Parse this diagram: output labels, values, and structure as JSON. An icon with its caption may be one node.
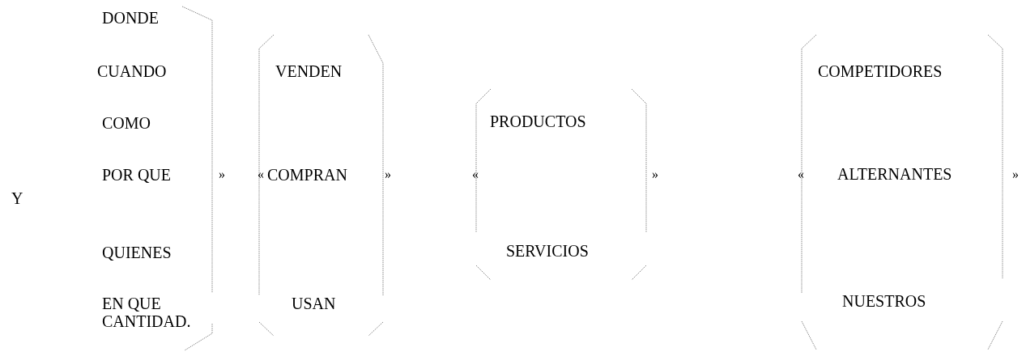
{
  "diagram": {
    "nodes": [
      {
        "text": [
          "DONDE",
          "CUANDO",
          "COMO",
          "POR QUE",
          "QUIENES",
          "EN QUE CANTIDAD."
        ]
      },
      {
        "text": [
          "VENDEN",
          "COMPRAN",
          "USAN"
        ]
      },
      {
        "text": [
          "PRODUCTOS",
          "SERVICIOS"
        ]
      },
      {
        "text": [
          "COMPETIDORES",
          "ALTERNANTES",
          "NUESTROS"
        ]
      }
    ],
    "labels": [
      "Y",
      "»",
      "«",
      "»",
      "«",
      "»",
      "«",
      "»"
    ]
  }
}
